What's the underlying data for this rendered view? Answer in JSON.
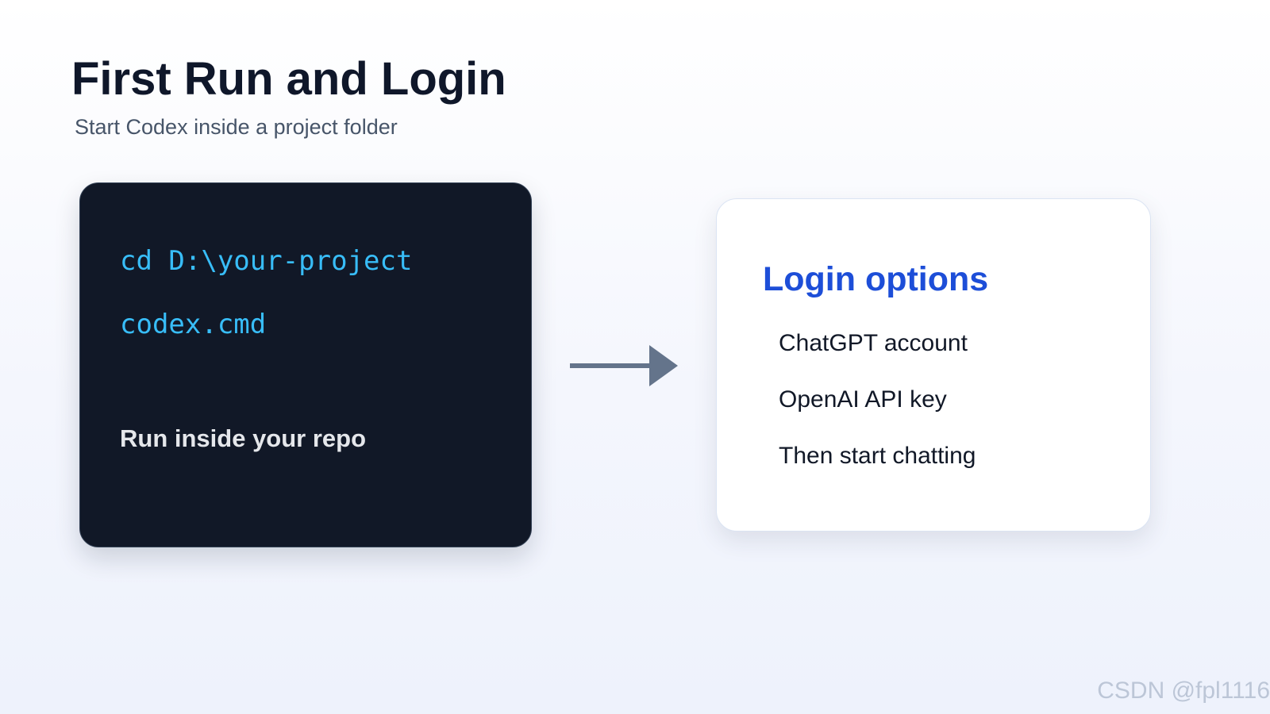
{
  "header": {
    "title": "First Run and Login",
    "subtitle": "Start Codex inside a project folder"
  },
  "terminal": {
    "lines": [
      "cd D:\\your-project",
      "codex.cmd"
    ],
    "caption": "Run inside your repo"
  },
  "flow": {
    "icon": "arrow-right-icon"
  },
  "login": {
    "title": "Login options",
    "options": [
      "ChatGPT account",
      "OpenAI API key",
      "Then start chatting"
    ]
  },
  "watermark": "CSDN @fpl1116",
  "colors": {
    "terminal_bg": "#111827",
    "command_text": "#38bdf8",
    "accent_blue": "#1d4ed8",
    "arrow": "#64748b"
  }
}
